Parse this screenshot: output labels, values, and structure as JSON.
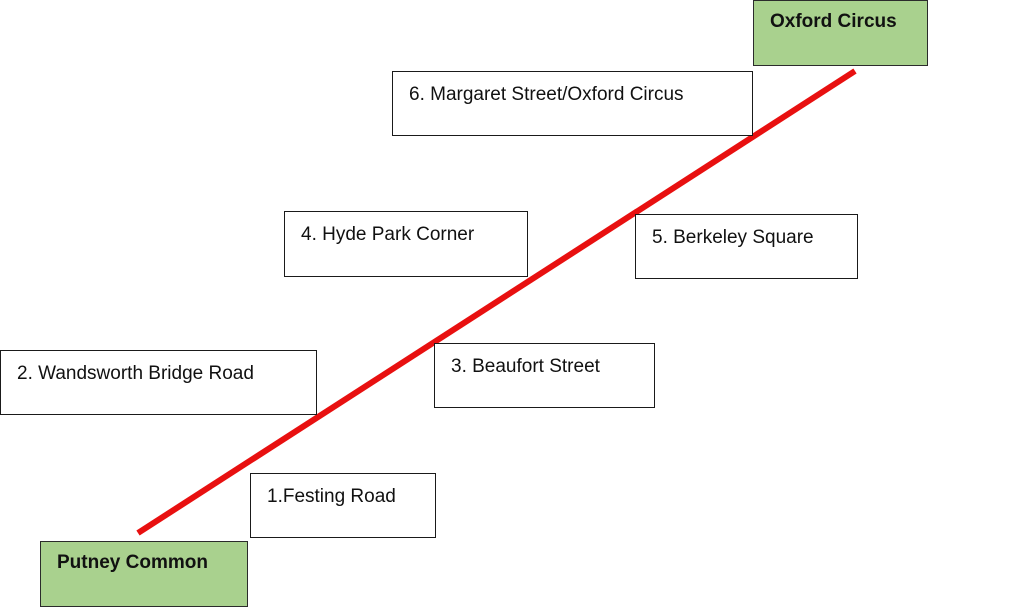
{
  "diagram": {
    "title": "Route from Putney Common to Oxford Circus",
    "route_color": "#e81010",
    "terminal_color": "#a9d18e",
    "start": {
      "label": "Putney Common"
    },
    "end": {
      "label": "Oxford Circus"
    },
    "stops": [
      {
        "number": 1,
        "label": "1.Festing Road"
      },
      {
        "number": 2,
        "label": "2. Wandsworth Bridge Road"
      },
      {
        "number": 3,
        "label": "3. Beaufort Street"
      },
      {
        "number": 4,
        "label": "4. Hyde Park Corner"
      },
      {
        "number": 5,
        "label": "5. Berkeley Square"
      },
      {
        "number": 6,
        "label": "6. Margaret Street/Oxford Circus"
      }
    ]
  }
}
